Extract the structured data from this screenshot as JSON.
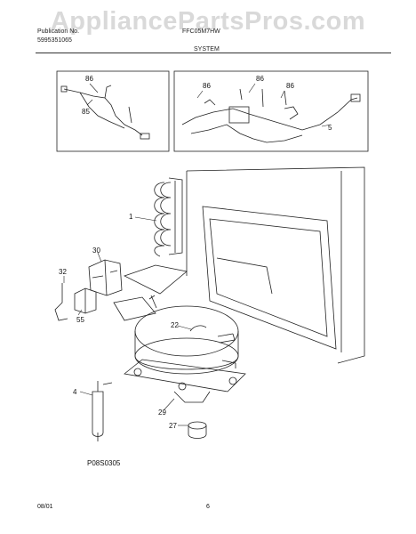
{
  "watermark": "AppliancePartsPros.com",
  "header": {
    "pub_label": "Publication No.",
    "pub_number": "5995351065",
    "model_label": "FFC05M7HW",
    "section": "SYSTEM"
  },
  "callouts": {
    "c1": "1",
    "c4": "4",
    "c5": "5",
    "c22": "22",
    "c27": "27",
    "c29": "29",
    "c30": "30",
    "c32": "32",
    "c55": "55",
    "c85": "85",
    "c86a": "86",
    "c86b": "86",
    "c86c": "86",
    "c86d": "86"
  },
  "footer": {
    "figure_code": "P08S0305",
    "date": "08/01",
    "page": "6"
  }
}
